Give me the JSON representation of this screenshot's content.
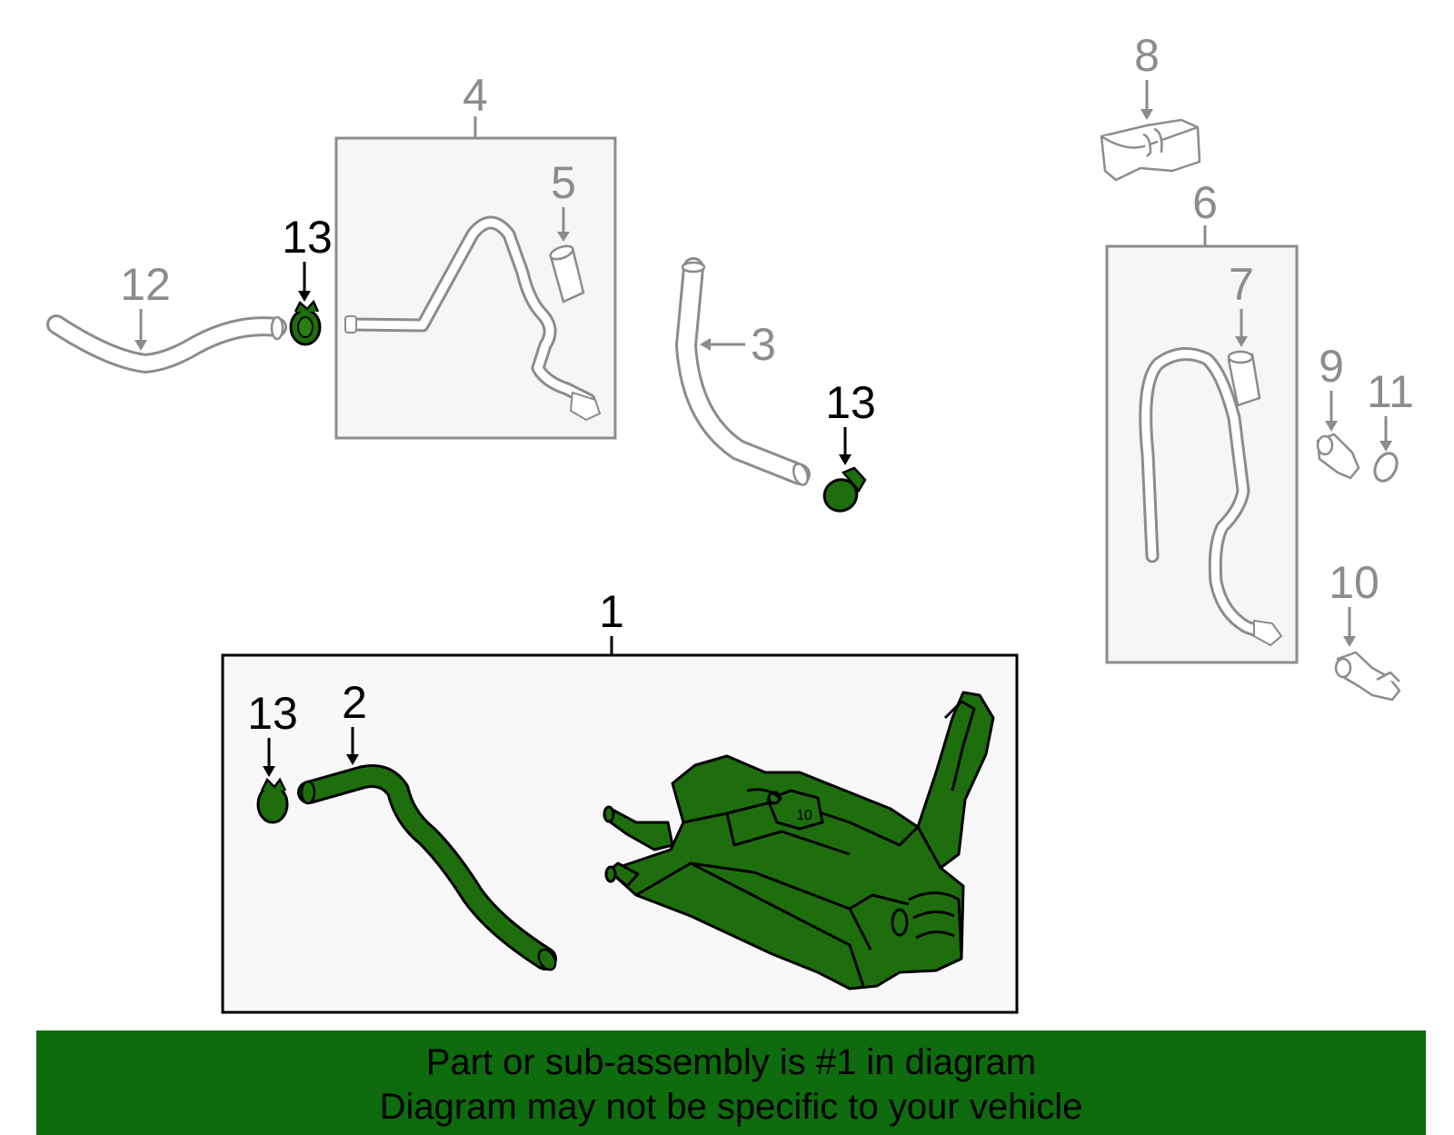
{
  "callouts": {
    "c1": "1",
    "c2": "2",
    "c3": "3",
    "c4": "4",
    "c5": "5",
    "c6": "6",
    "c7": "7",
    "c8": "8",
    "c9": "9",
    "c10": "10",
    "c11": "11",
    "c12": "12",
    "c13a": "13",
    "c13b": "13",
    "c13c": "13"
  },
  "footer": {
    "line1": "Part or sub-assembly is #1 in diagram",
    "line2": "Diagram may not be specific to your vehicle"
  },
  "colors": {
    "highlight": "#1e6e0e",
    "banner": "#0e6b0e",
    "muted": "#8c8c8c"
  }
}
